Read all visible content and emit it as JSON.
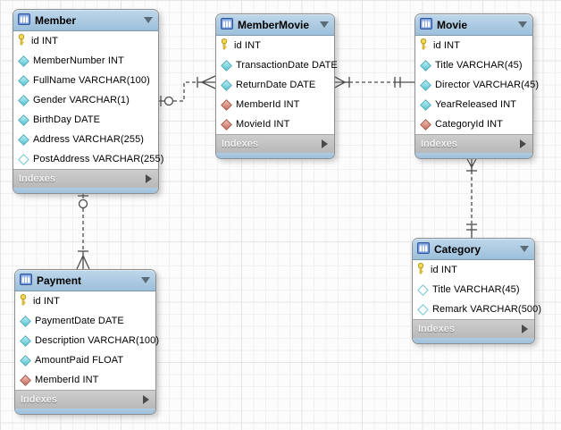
{
  "icons": {
    "collapse_arrow": "table-collapse-arrow",
    "expand_arrow": "indexes-expand-arrow",
    "primary_key": "primary-key-icon",
    "not_null_column": "column-notnull-diamond-icon",
    "nullable_column": "column-nullable-diamond-icon",
    "foreign_key_column": "foreign-key-diamond-icon",
    "table_glyph": "table-icon"
  },
  "colors": {
    "header_blue": "#9cc0db",
    "indexes_gray": "#c2c2c2",
    "row_bg": "#ffffff",
    "connector": "#4b4b4b",
    "notnull_diamond": "#55c4d2",
    "fk_diamond": "#c96f60",
    "key_yellow": "#e9c93e",
    "canvas_grid": "#f0f0f0"
  },
  "tables": {
    "member": {
      "title": "Member",
      "footer": "Indexes",
      "columns": [
        {
          "icon": "primary-key-icon",
          "label": "id INT"
        },
        {
          "icon": "column-notnull-diamond-icon",
          "label": "MemberNumber INT"
        },
        {
          "icon": "column-notnull-diamond-icon",
          "label": "FullName VARCHAR(100)"
        },
        {
          "icon": "column-notnull-diamond-icon",
          "label": "Gender VARCHAR(1)"
        },
        {
          "icon": "column-notnull-diamond-icon",
          "label": "BirthDay DATE"
        },
        {
          "icon": "column-notnull-diamond-icon",
          "label": "Address VARCHAR(255)"
        },
        {
          "icon": "column-nullable-diamond-icon",
          "label": "PostAddress VARCHAR(255)"
        }
      ]
    },
    "membermovie": {
      "title": "MemberMovie",
      "footer": "Indexes",
      "columns": [
        {
          "icon": "primary-key-icon",
          "label": "id INT"
        },
        {
          "icon": "column-notnull-diamond-icon",
          "label": "TransactionDate DATE"
        },
        {
          "icon": "column-notnull-diamond-icon",
          "label": "ReturnDate DATE"
        },
        {
          "icon": "foreign-key-diamond-icon",
          "label": "MemberId INT"
        },
        {
          "icon": "foreign-key-diamond-icon",
          "label": "MovieId INT"
        }
      ]
    },
    "movie": {
      "title": "Movie",
      "footer": "Indexes",
      "columns": [
        {
          "icon": "primary-key-icon",
          "label": "id INT"
        },
        {
          "icon": "column-notnull-diamond-icon",
          "label": "Title VARCHAR(45)"
        },
        {
          "icon": "column-notnull-diamond-icon",
          "label": "Director VARCHAR(45)"
        },
        {
          "icon": "column-notnull-diamond-icon",
          "label": "YearReleased INT"
        },
        {
          "icon": "foreign-key-diamond-icon",
          "label": "CategoryId INT"
        }
      ]
    },
    "category": {
      "title": "Category",
      "footer": "Indexes",
      "columns": [
        {
          "icon": "primary-key-icon",
          "label": "id INT"
        },
        {
          "icon": "column-nullable-diamond-icon",
          "label": "Title VARCHAR(45)"
        },
        {
          "icon": "column-nullable-diamond-icon",
          "label": "Remark VARCHAR(500)"
        }
      ]
    },
    "payment": {
      "title": "Payment",
      "footer": "Indexes",
      "columns": [
        {
          "icon": "primary-key-icon",
          "label": "id INT"
        },
        {
          "icon": "column-notnull-diamond-icon",
          "label": "PaymentDate DATE"
        },
        {
          "icon": "column-notnull-diamond-icon",
          "label": "Description VARCHAR(100)"
        },
        {
          "icon": "column-notnull-diamond-icon",
          "label": "AmountPaid FLOAT"
        },
        {
          "icon": "foreign-key-diamond-icon",
          "label": "MemberId INT"
        }
      ]
    }
  },
  "relationships": [
    {
      "from": "Member",
      "to": "MemberMovie",
      "style": "dashed non-identifying",
      "from_end": "one, optional (circle + bar)",
      "to_end": "many (bar + crow's foot)"
    },
    {
      "from": "MemberMovie",
      "to": "Movie",
      "style": "dashed non-identifying",
      "from_end": "many (crow's foot + bar)",
      "to_end": "exactly one (double bar)"
    },
    {
      "from": "Movie",
      "to": "Category",
      "style": "dashed non-identifying",
      "from_end": "many (crow's foot + bar)",
      "to_end": "exactly one (double bar)"
    },
    {
      "from": "Member",
      "to": "Payment",
      "style": "dashed non-identifying",
      "from_end": "one, optional (bar + circle)",
      "to_end": "many (bar + crow's foot)"
    }
  ]
}
